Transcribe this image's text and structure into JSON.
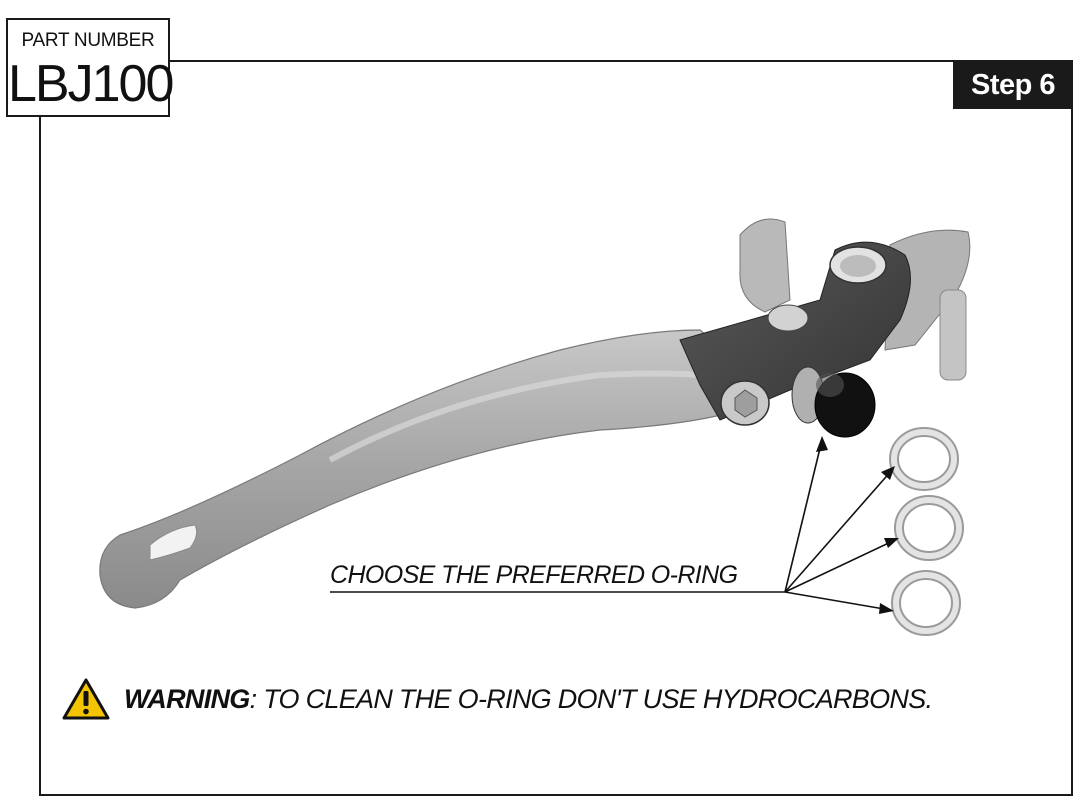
{
  "part_box": {
    "label": "PART NUMBER",
    "number": "LBJ100"
  },
  "step": {
    "label": "Step 6"
  },
  "callout": {
    "text": "CHOOSE THE PREFERRED O-RING"
  },
  "warning": {
    "prefix": "WARNING",
    "text": ": TO CLEAN THE O-RING DON'T USE HYDROCARBONS."
  },
  "illustration": {
    "objects": [
      "brake-lever",
      "o-ring",
      "o-ring",
      "o-ring"
    ],
    "colors": {
      "lever": "#a9a9a9",
      "block": "#4a4a4a",
      "plug": "#111111",
      "ring": "#d9d9d9"
    }
  },
  "icons": {
    "warning": "warning-triangle-icon"
  }
}
